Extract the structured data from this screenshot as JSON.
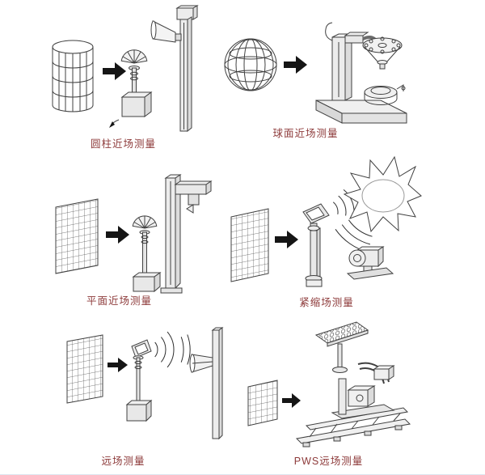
{
  "page": {
    "background": "#ffffff",
    "caption_color": "#8d3a3a",
    "line_color": "#404040",
    "arrow_color": "#151515"
  },
  "panels": [
    {
      "id": "cylindrical-nearfield",
      "label": "圆柱近场测量"
    },
    {
      "id": "spherical-nearfield",
      "label": "球面近场测量"
    },
    {
      "id": "planar-nearfield",
      "label": "平面近场测量"
    },
    {
      "id": "compact-range",
      "label": "紧缩场测量"
    },
    {
      "id": "far-field",
      "label": "远场测量"
    },
    {
      "id": "pws-far-field",
      "label": "PWS远场测量"
    }
  ]
}
